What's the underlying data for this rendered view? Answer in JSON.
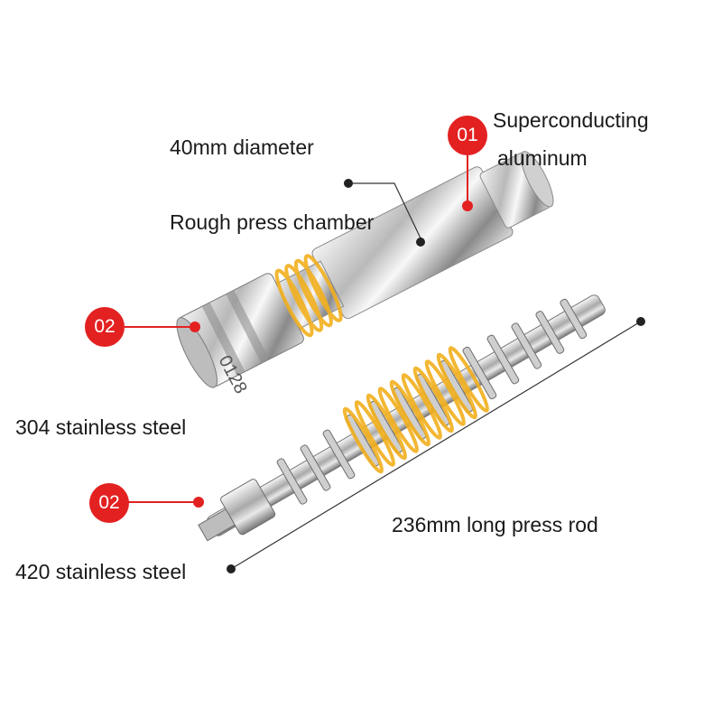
{
  "labels": {
    "diameter": "40mm diameter",
    "chamber": "Rough press chamber",
    "superconducting_line1": "Superconducting",
    "superconducting_line2": "aluminum",
    "steel304": "304 stainless steel",
    "rod_length": "236mm long press rod",
    "steel420": "420 stainless steel"
  },
  "badges": {
    "b1": "01",
    "b2": "02",
    "b3": "02"
  },
  "engraving": "0128",
  "colors": {
    "badge_red": "#e32121",
    "coil_gold": "#f2b01e",
    "metal_light": "#e6e6e6",
    "metal_dark": "#6d6d6d",
    "text": "#1a1a1a"
  }
}
